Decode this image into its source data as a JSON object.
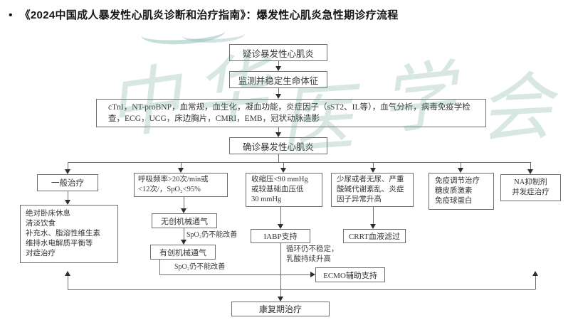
{
  "title": {
    "bullet": "•",
    "text": "《2024中国成人暴发性心肌炎诊断和治疗指南》：爆发性心肌炎急性期诊疗流程"
  },
  "watermark": {
    "chars": [
      "中",
      "华",
      "医",
      "学",
      "会"
    ],
    "color": "#69a28a"
  },
  "flowchart": {
    "colors": {
      "box_border": "#6e6e6e",
      "line": "#6e6e6e",
      "text": "#353535"
    },
    "nodes": {
      "suspect": "疑诊暴发性心肌炎",
      "monitor": "监测并稳定生命体征",
      "tests": "cTnI，NT-proBNP，血常规，血生化，凝血功能，炎症因子（sST2、IL等），血气分析，病毒免疫学检查，ECG，UCG，床边胸片，CMRI，EMB，冠状动脉造影",
      "confirm": "确诊暴发性心肌炎",
      "general": "一般治疗",
      "resp": "呼吸频率>20次/min或\n<12次/，SpO₂<95%",
      "bp": "收缩压<90 mmHg\n或较基础血压低\n30 mmHg",
      "renal": "少尿或者无尿、严重\n酸碱代谢紊乱、炎症\n因子异常升高",
      "immune": "免疫调节治疗\n糖皮质激素\n免疫球蛋白",
      "na": "NA抑制剂\n并发症治疗",
      "general_detail": "绝对卧床休息\n清淡饮食\n补充水、脂溶性维生素\n维持水电解质平衡等\n对症治疗",
      "niv": "无创机械通气",
      "iv": "有创机械通气",
      "iabp": "IABP支持",
      "crrt": "CRRT血液滤过",
      "ecmo": "ECMO辅助支持",
      "recovery": "康复期治疗"
    },
    "labels": {
      "spo2_1": "SpO₂仍不能改善",
      "spo2_2": "SpO₂仍不能改善",
      "circ": "循环仍不稳定，\n乳酸持续升高"
    }
  }
}
